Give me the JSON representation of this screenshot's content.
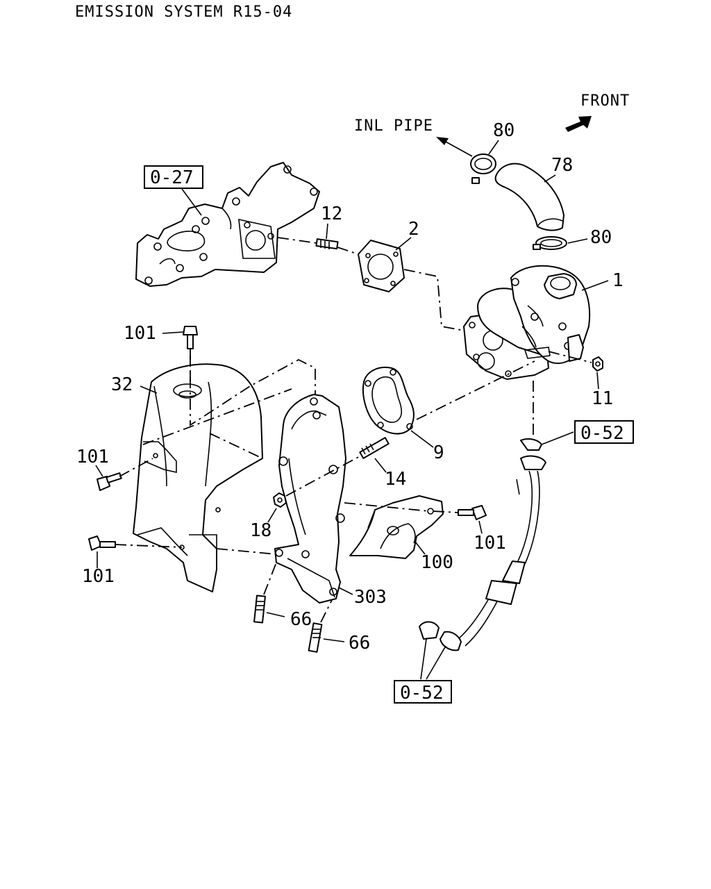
{
  "title": "EMISSION SYSTEM R15-04",
  "direction_labels": {
    "front": "FRONT",
    "inlet_pipe": "INL PIPE"
  },
  "references": {
    "ref_top_left": "0-27",
    "ref_right": "0-52",
    "ref_bottom": "0-52"
  },
  "callouts": {
    "c1": "1",
    "c2": "2",
    "c9": "9",
    "c11": "11",
    "c12": "12",
    "c14": "14",
    "c18": "18",
    "c32": "32",
    "c66a": "66",
    "c66b": "66",
    "c78": "78",
    "c80a": "80",
    "c80b": "80",
    "c100": "100",
    "c101a": "101",
    "c101b": "101",
    "c101c": "101",
    "c101d": "101",
    "c303": "303"
  }
}
